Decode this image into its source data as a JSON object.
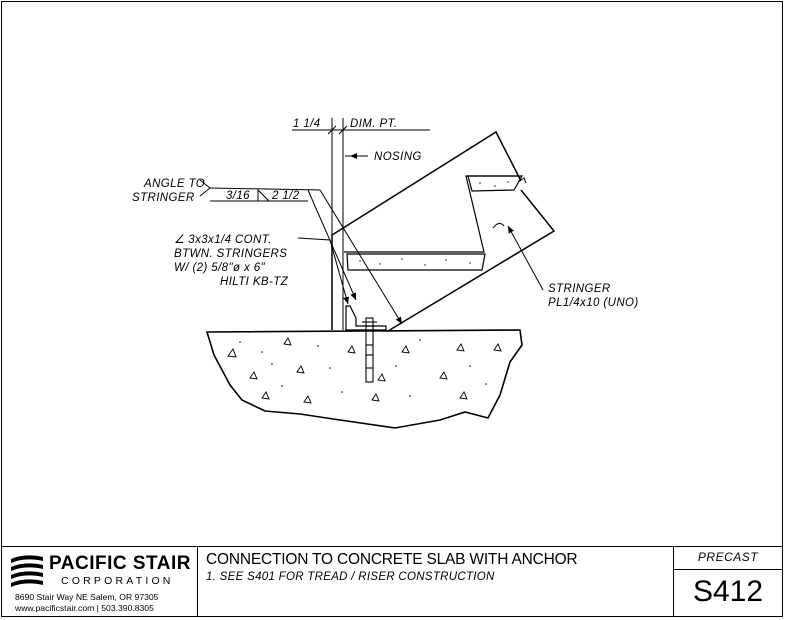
{
  "drawing": {
    "dim_left": "1 1/4",
    "dim_right": "DIM. PT.",
    "nosing": "NOSING",
    "angle_to": "ANGLE TO",
    "stringer_label": "STRINGER",
    "weld_left": "3/16",
    "weld_right": "2 1/2",
    "angle_line1": "∠ 3x3x1/4 CONT.",
    "angle_line2": "BTWN. STRINGERS",
    "angle_line3": "W/ (2) 5/8\"ø x 6\"",
    "angle_line4": "HILTI KB-TZ",
    "stringer_title": "STRINGER",
    "stringer_size": "PL1/4x10 (UNO)"
  },
  "titleblock": {
    "company": "PACIFIC STAIR",
    "corporation": "CORPORATION",
    "address": "8690 Stair Way NE Salem, OR 97305",
    "web_phone": "www.pacificstair.com  |  503.390.8305",
    "drawing_title": "CONNECTION TO CONCRETE SLAB WITH ANCHOR",
    "note": "1. SEE S401 FOR TREAD / RISER CONSTRUCTION",
    "category": "PRECAST",
    "sheet_number": "S412"
  }
}
